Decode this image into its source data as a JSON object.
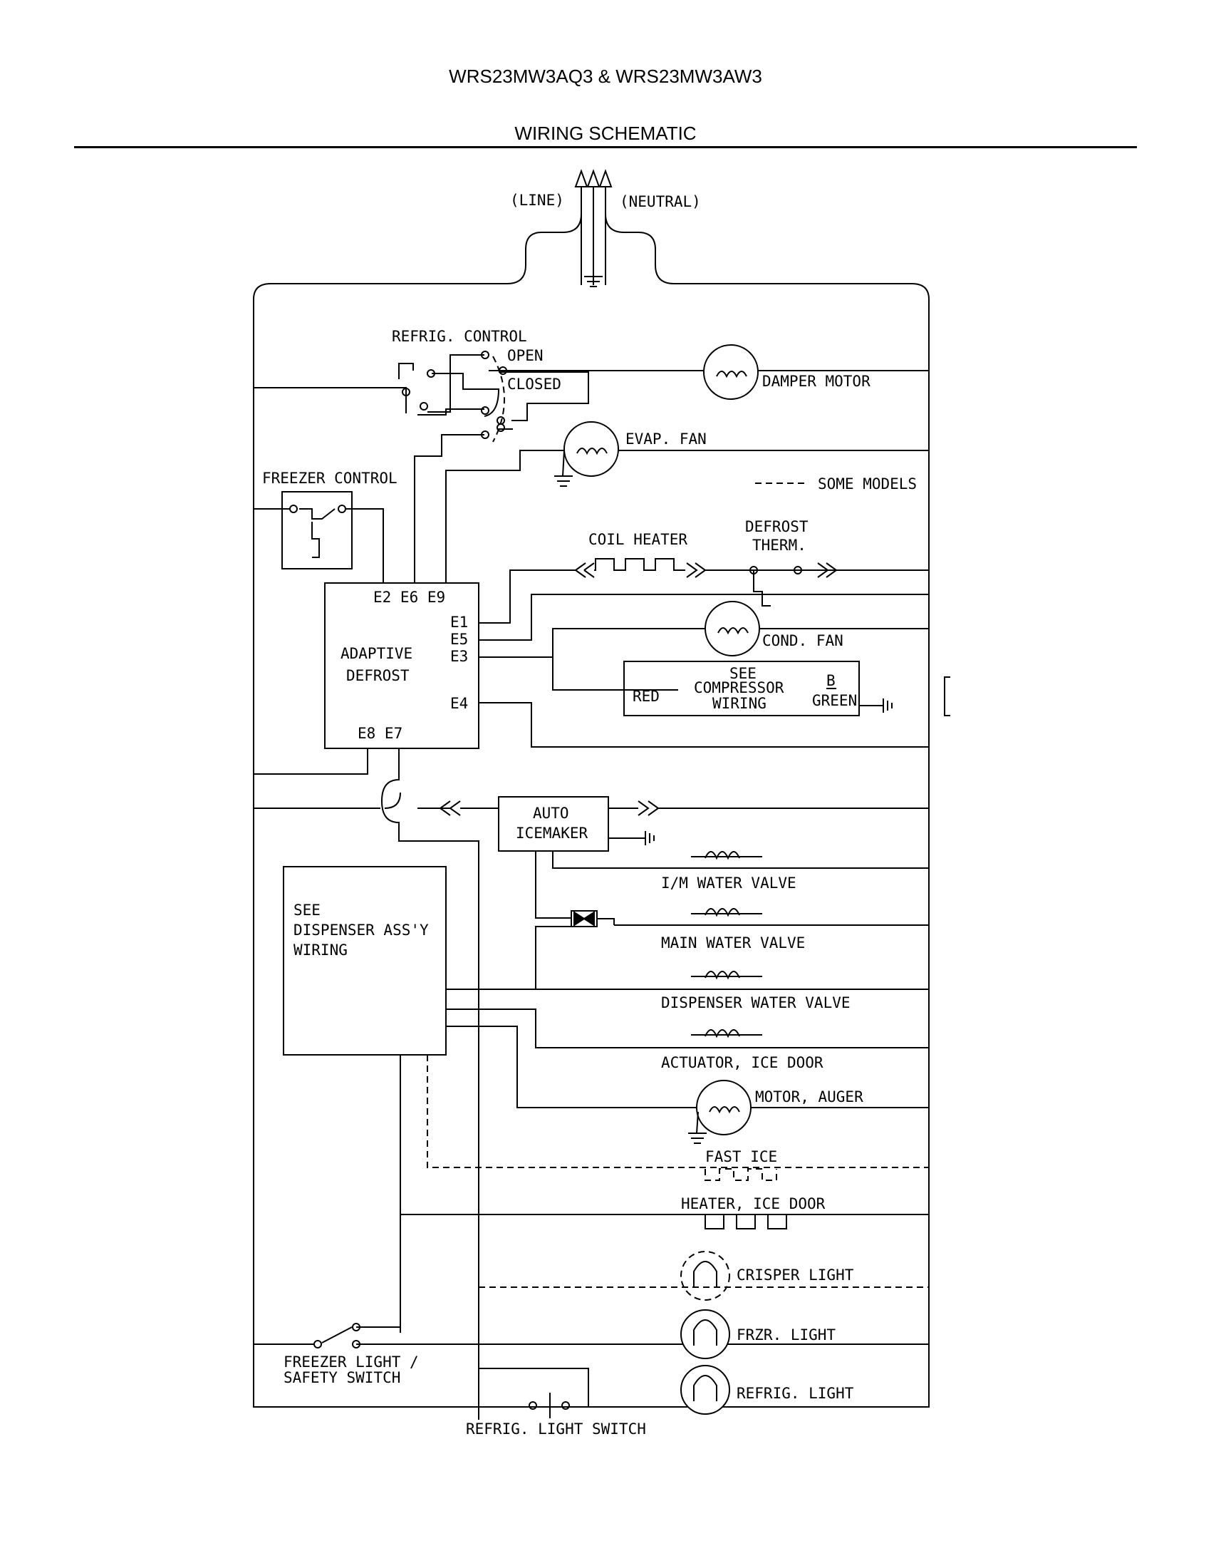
{
  "header": {
    "model_numbers": "WRS23MW3AQ3 & WRS23MW3AW3",
    "title": "WIRING SCHEMATIC"
  },
  "power": {
    "line": "(LINE)",
    "neutral": "(NEUTRAL)"
  },
  "refrig_control": {
    "label": "REFRIG. CONTROL",
    "open": "OPEN",
    "closed": "CLOSED"
  },
  "freezer_control": {
    "label": "FREEZER CONTROL"
  },
  "legend": {
    "some_models": "SOME MODELS"
  },
  "adaptive_defrost": {
    "line1": "ADAPTIVE",
    "line2": "DEFROST",
    "terminals_top": "E2 E6 E9",
    "terminals_bottom": "E8 E7",
    "e1": "E1",
    "e5": "E5",
    "e3": "E3",
    "e4": "E4"
  },
  "components": {
    "damper_motor": "DAMPER MOTOR",
    "evap_fan": "EVAP. FAN",
    "coil_heater": "COIL HEATER",
    "defrost_therm_1": "DEFROST",
    "defrost_therm_2": "THERM.",
    "cond_fan": "COND. FAN",
    "im_water_valve": "I/M WATER VALVE",
    "main_water_valve": "MAIN WATER VALVE",
    "dispenser_water_valve": "DISPENSER WATER VALVE",
    "actuator_ice_door": "ACTUATOR, ICE DOOR",
    "motor_auger": "MOTOR, AUGER",
    "fast_ice": "FAST ICE",
    "heater_ice_door": "HEATER, ICE DOOR",
    "crisper_light": "CRISPER LIGHT",
    "frzr_light": "FRZR. LIGHT",
    "refrig_light": "REFRIG. LIGHT"
  },
  "compressor": {
    "line1": "SEE",
    "line2": "COMPRESSOR",
    "line3": "WIRING",
    "red": "RED",
    "b": "B",
    "green": "GREEN"
  },
  "icemaker": {
    "line1": "AUTO",
    "line2": "ICEMAKER"
  },
  "dispenser": {
    "line1": "SEE",
    "line2": "DISPENSER ASS'Y",
    "line3": "WIRING"
  },
  "switches": {
    "freezer_light_1": "FREEZER LIGHT /",
    "freezer_light_2": "SAFETY SWITCH",
    "refrig_light_switch": "REFRIG. LIGHT SWITCH"
  }
}
